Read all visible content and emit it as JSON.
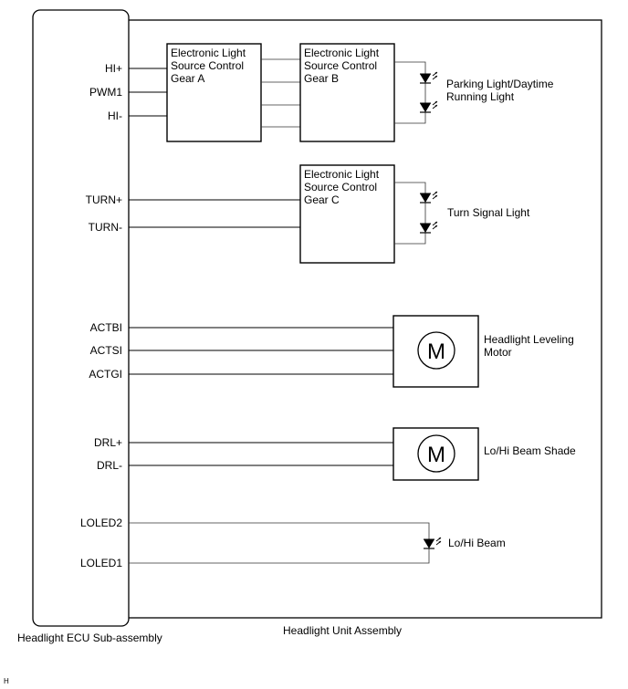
{
  "labels": {
    "ecu": "Headlight ECU Sub-assembly",
    "unit": "Headlight Unit Assembly",
    "corner": "H"
  },
  "pins": {
    "hi_plus": "HI+",
    "pwm1": "PWM1",
    "hi_minus": "HI-",
    "turn_plus": "TURN+",
    "turn_minus": "TURN-",
    "actbi": "ACTBI",
    "actsi": "ACTSI",
    "actgi": "ACTGI",
    "drl_plus": "DRL+",
    "drl_minus": "DRL-",
    "loled2": "LOLED2",
    "loled1": "LOLED1"
  },
  "gears": {
    "a": [
      "Electronic Light",
      "Source Control",
      "Gear A"
    ],
    "b": [
      "Electronic Light",
      "Source Control",
      "Gear B"
    ],
    "c": [
      "Electronic Light",
      "Source Control",
      "Gear C"
    ]
  },
  "loads": {
    "parking": [
      "Parking Light/Daytime",
      "Running Light"
    ],
    "turn": "Turn Signal Light",
    "leveling": [
      "Headlight Leveling",
      "Motor"
    ],
    "shade": "Lo/Hi Beam Shade",
    "beam": "Lo/Hi Beam",
    "motor_symbol": "M"
  }
}
